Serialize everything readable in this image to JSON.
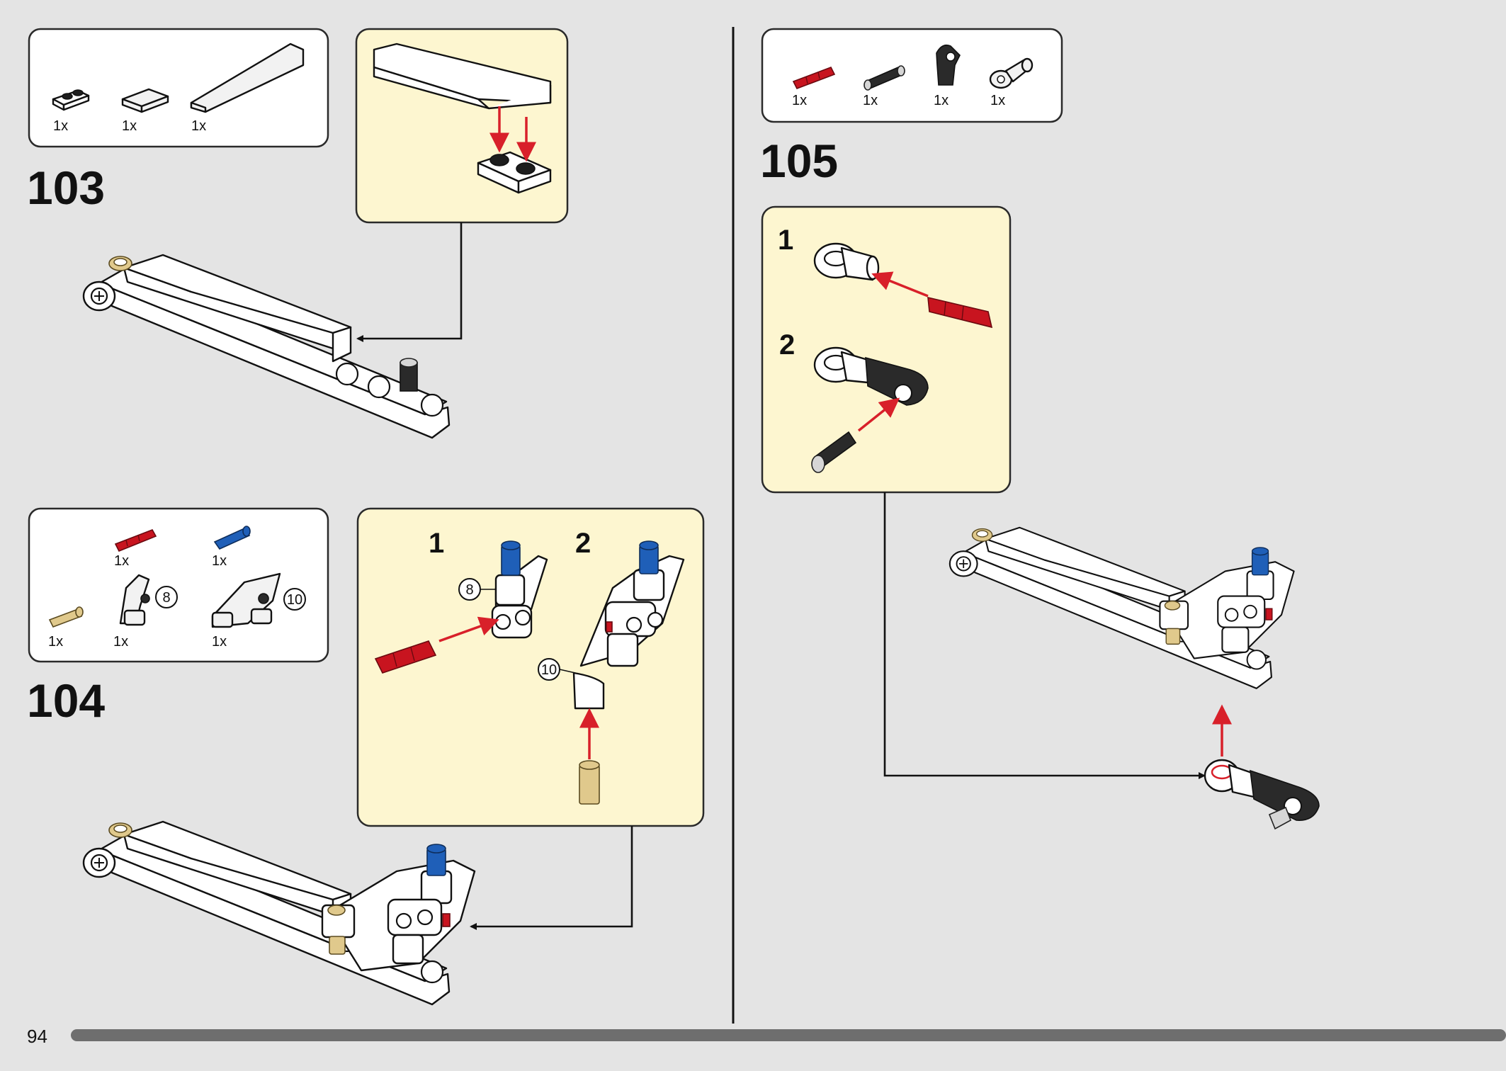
{
  "page_number": "94",
  "steps": [
    {
      "number": "103",
      "parts": [
        {
          "qty": "1x",
          "part": "white-plate-1x2-icon"
        },
        {
          "qty": "1x",
          "part": "white-tile-1x2-icon"
        },
        {
          "qty": "1x",
          "part": "white-wedge-slope-icon"
        }
      ]
    },
    {
      "number": "104",
      "parts_top": [
        {
          "qty": "1x",
          "part": "red-axle-3-icon"
        },
        {
          "qty": "1x",
          "part": "blue-axle-pin-icon"
        }
      ],
      "parts_bottom": [
        {
          "qty": "1x",
          "part": "tan-pin-icon"
        },
        {
          "qty": "1x",
          "part": "white-connector-8-icon",
          "ref": "8"
        },
        {
          "qty": "1x",
          "part": "white-connector-10-icon",
          "ref": "10"
        }
      ],
      "sub_steps": [
        "1",
        "2"
      ],
      "callout_refs": [
        "8",
        "10"
      ]
    },
    {
      "number": "105",
      "parts": [
        {
          "qty": "1x",
          "part": "red-axle-3-icon"
        },
        {
          "qty": "1x",
          "part": "black-axle-pin-icon"
        },
        {
          "qty": "1x",
          "part": "black-angle-connector-icon"
        },
        {
          "qty": "1x",
          "part": "white-pin-connector-icon"
        }
      ],
      "sub_steps": [
        "1",
        "2"
      ]
    }
  ],
  "colors": {
    "background": "#e4e4e4",
    "callout": "#fdf6d0",
    "arrow_red": "#d8202a",
    "progress_bar": "#6e6e6e"
  }
}
